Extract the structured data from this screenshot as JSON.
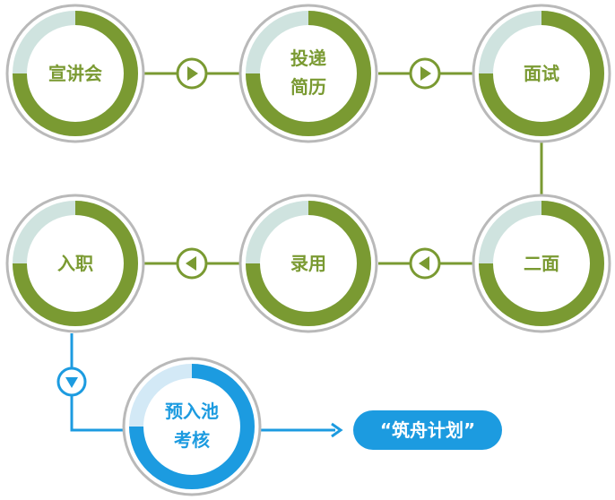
{
  "steps": [
    {
      "id": "xuanjianghui",
      "lines": [
        "宣讲会"
      ]
    },
    {
      "id": "toudi",
      "lines": [
        "投递",
        "简历"
      ]
    },
    {
      "id": "mianshi",
      "lines": [
        "面试"
      ]
    },
    {
      "id": "ermian",
      "lines": [
        "二面"
      ]
    },
    {
      "id": "luyong",
      "lines": [
        "录用"
      ]
    },
    {
      "id": "ruzhi",
      "lines": [
        "入职"
      ]
    },
    {
      "id": "yuruchi",
      "lines": [
        "预入池",
        "考核"
      ]
    }
  ],
  "final_label": "“筑舟计划”",
  "colors": {
    "green": "#7a9a32",
    "green_light": "#cfe3df",
    "blue": "#1c9be0",
    "blue_light": "#d3e9f6",
    "ring_gray": "#b9b9b9"
  }
}
